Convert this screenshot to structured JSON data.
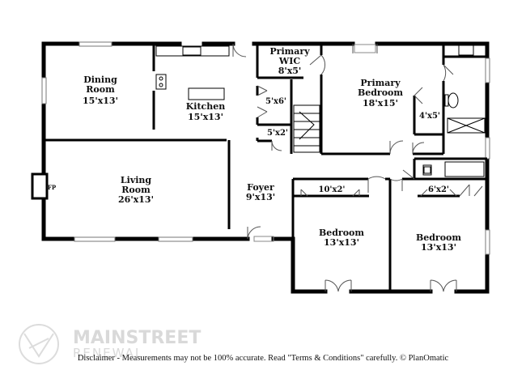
{
  "rooms": {
    "dining": {
      "name1": "Dining",
      "name2": "Room",
      "dim": "15'x13'"
    },
    "kitchen": {
      "name": "Kitchen",
      "dim": "15'x13'"
    },
    "primary_wic": {
      "name1": "Primary",
      "name2": "WIC",
      "dim": "8'x5'"
    },
    "primary_bedroom": {
      "name1": "Primary",
      "name2": "Bedroom",
      "dim": "18'x15'"
    },
    "closet_5x6": {
      "dim": "5'x6'"
    },
    "closet_5x2": {
      "dim": "5'x2'"
    },
    "closet_4x5": {
      "dim": "4'x5'"
    },
    "living": {
      "name1": "Living",
      "name2": "Room",
      "dim": "26'x13'"
    },
    "foyer": {
      "name": "Foyer",
      "dim": "9'x13'"
    },
    "closet_10x2": {
      "dim": "10'x2'"
    },
    "closet_6x2": {
      "dim": "6'x2'"
    },
    "bedroom_left": {
      "name": "Bedroom",
      "dim": "13'x13'"
    },
    "bedroom_right": {
      "name": "Bedroom",
      "dim": "13'x13'"
    }
  },
  "fireplace": "FP",
  "watermark": {
    "line1": "MAINSTREET",
    "line2": "RENEWAL"
  },
  "disclaimer": "Disclaimer - Measurements may not be 100% accurate. Read \"Terms & Conditions\" carefully. © PlanOmatic"
}
